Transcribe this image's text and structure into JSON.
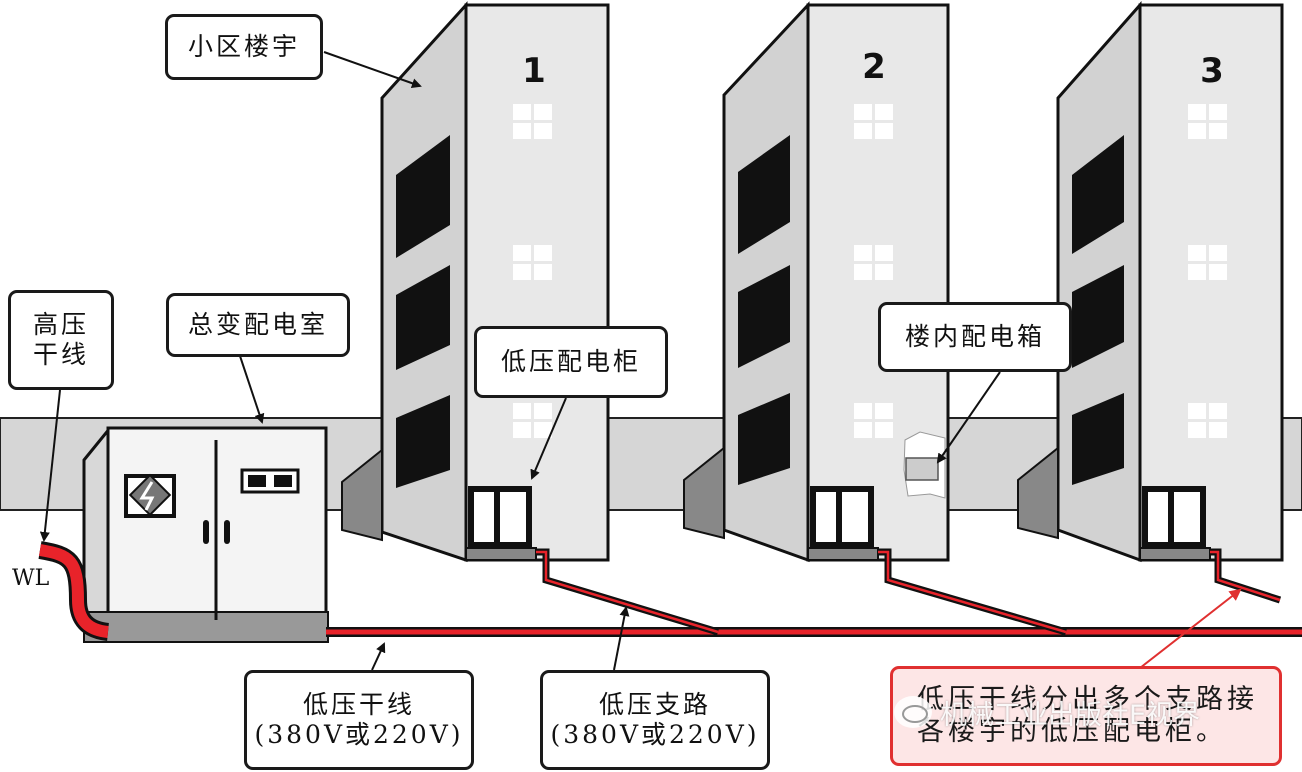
{
  "labels": {
    "community_buildings": "小区楼宇",
    "hv_line_1": "高压",
    "hv_line_2": "干线",
    "substation": "总变配电室",
    "lv_cabinet": "低压配电柜",
    "building_box": "楼内配电箱",
    "lv_trunk": "低压干线",
    "lv_trunk_voltage": "(380V或220V)",
    "lv_branch": "低压支路",
    "lv_branch_voltage": "(380V或220V)",
    "note_line_1": "低压干线分出多个支路接",
    "note_line_2": "各楼宇的低压配电柜。",
    "wl": "WL"
  },
  "buildings": [
    "1",
    "2",
    "3"
  ],
  "watermark": "机械工业出版社E视界",
  "colors": {
    "cable_red": "#e8232a",
    "note_border": "#e03030",
    "building_front": "#e8e8e8",
    "building_side": "#d4d4d4"
  }
}
